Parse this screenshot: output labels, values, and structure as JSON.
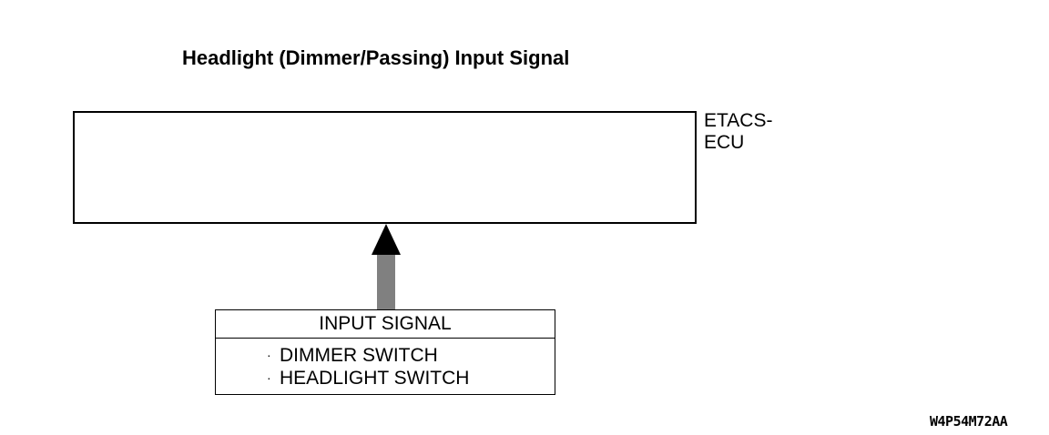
{
  "diagram": {
    "title": "Headlight (Dimmer/Passing) Input Signal",
    "ecu": {
      "label_line1": "ETACS-",
      "label_line2": "ECU"
    },
    "input_box": {
      "header": "INPUT SIGNAL",
      "bullet": "·",
      "items": [
        {
          "label": "DIMMER SWITCH"
        },
        {
          "label": "HEADLIGHT SWITCH"
        }
      ]
    },
    "figure_code": "W4P54M72AA"
  }
}
